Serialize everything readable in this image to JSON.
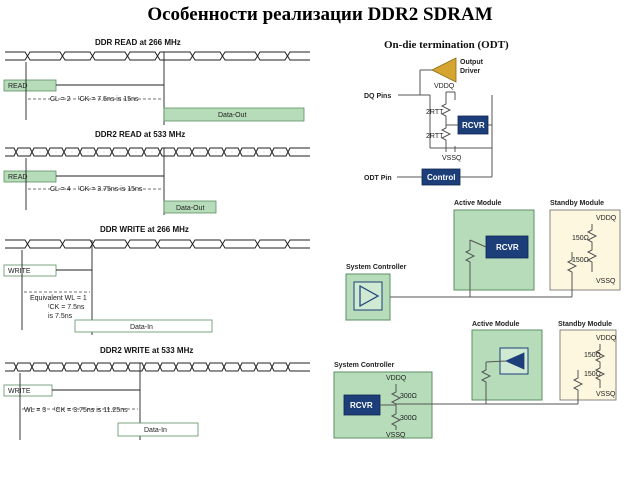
{
  "title": "Особенности реализации DDR2 SDRAM",
  "timing": {
    "ddr_read": {
      "heading": "DDR READ at 266 MHz",
      "cmd": "READ",
      "cl": "CL = 2",
      "tck": "ᵗCK = 7.5ns is 15ns",
      "data": "Data-Out"
    },
    "ddr2_read": {
      "heading": "DDR2 READ at 533 MHz",
      "cmd": "READ",
      "cl": "CL = 4",
      "tck": "ᵗCK = 3.75ns is 15ns",
      "data": "Data-Out"
    },
    "ddr_write": {
      "heading": "DDR WRITE at 266 MHz",
      "cmd": "WRITE",
      "wl1": "Equivalent WL = 1",
      "wl2": "ᵗCK = 7.5ns",
      "wl3": "is 7.5ns",
      "data": "Data-In"
    },
    "ddr2_write": {
      "heading": "DDR2 WRITE at 533 MHz",
      "cmd": "WRITE",
      "wl": "WL = 3",
      "tck": "ᵗCK = 3.75ns is 11.25ns",
      "data": "Data-In"
    }
  },
  "odt": {
    "heading": "On-die termination (ODT)",
    "output_driver": "Output\nDriver",
    "dq_pins": "DQ Pins",
    "vddq": "VDDQ",
    "vssq": "VSSQ",
    "rtt": "2RTT",
    "rcvr": "RCVR",
    "control": "Control",
    "odt_pin": "ODT Pin"
  },
  "read_config": {
    "active": "Active Module",
    "standby": "Standby Module",
    "system": "System Controller",
    "rcvr": "RCVR",
    "vddq": "VDDQ",
    "vssq": "VSSQ",
    "r150a": "150Ω",
    "r150b": "150Ω"
  },
  "write_config": {
    "active": "Active Module",
    "standby": "Standby Module",
    "system": "System Controller",
    "rcvr": "RCVR",
    "vddq": "VDDQ",
    "vssq": "VSSQ",
    "r300a": "300Ω",
    "r300b": "300Ω",
    "r150a": "150Ω",
    "r150b": "150Ω",
    "vddq2": "VDDQ",
    "vssq2": "VSSQ"
  },
  "colors": {
    "green_box": "#b6dcb9",
    "green_border": "#5c8f63",
    "navy": "#1c3f7a",
    "cream": "#fdf7df",
    "gold": "#d6a531"
  }
}
